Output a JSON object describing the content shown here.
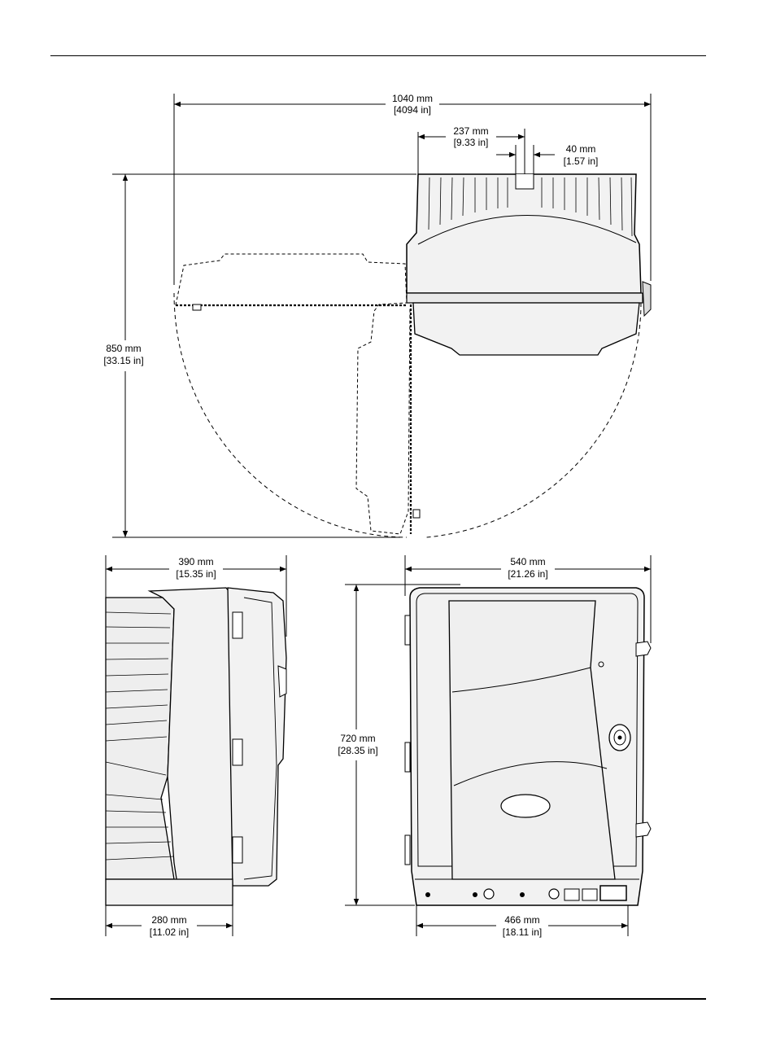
{
  "colors": {
    "line": "#000000",
    "body_fill": "#f2f2f2",
    "panel_fill": "#e9e9e9",
    "paper": "#ffffff"
  },
  "top_view": {
    "overall_width": {
      "mm": "1040 mm",
      "in": "[4094 in]"
    },
    "section_width": {
      "mm": "237 mm",
      "in": "[9.33 in]"
    },
    "gap_width": {
      "mm": "40 mm",
      "in": "[1.57 in]"
    },
    "height": {
      "mm": "850 mm",
      "in": "[33.15 in]"
    }
  },
  "side_view": {
    "top_width": {
      "mm": "390 mm",
      "in": "[15.35 in]"
    },
    "bottom_width": {
      "mm": "280 mm",
      "in": "[11.02 in]"
    }
  },
  "front_view": {
    "top_width": {
      "mm": "540 mm",
      "in": "[21.26 in]"
    },
    "height": {
      "mm": "720 mm",
      "in": "[28.35 in]"
    },
    "bottom_width": {
      "mm": "466 mm",
      "in": "[18.11 in]"
    }
  }
}
